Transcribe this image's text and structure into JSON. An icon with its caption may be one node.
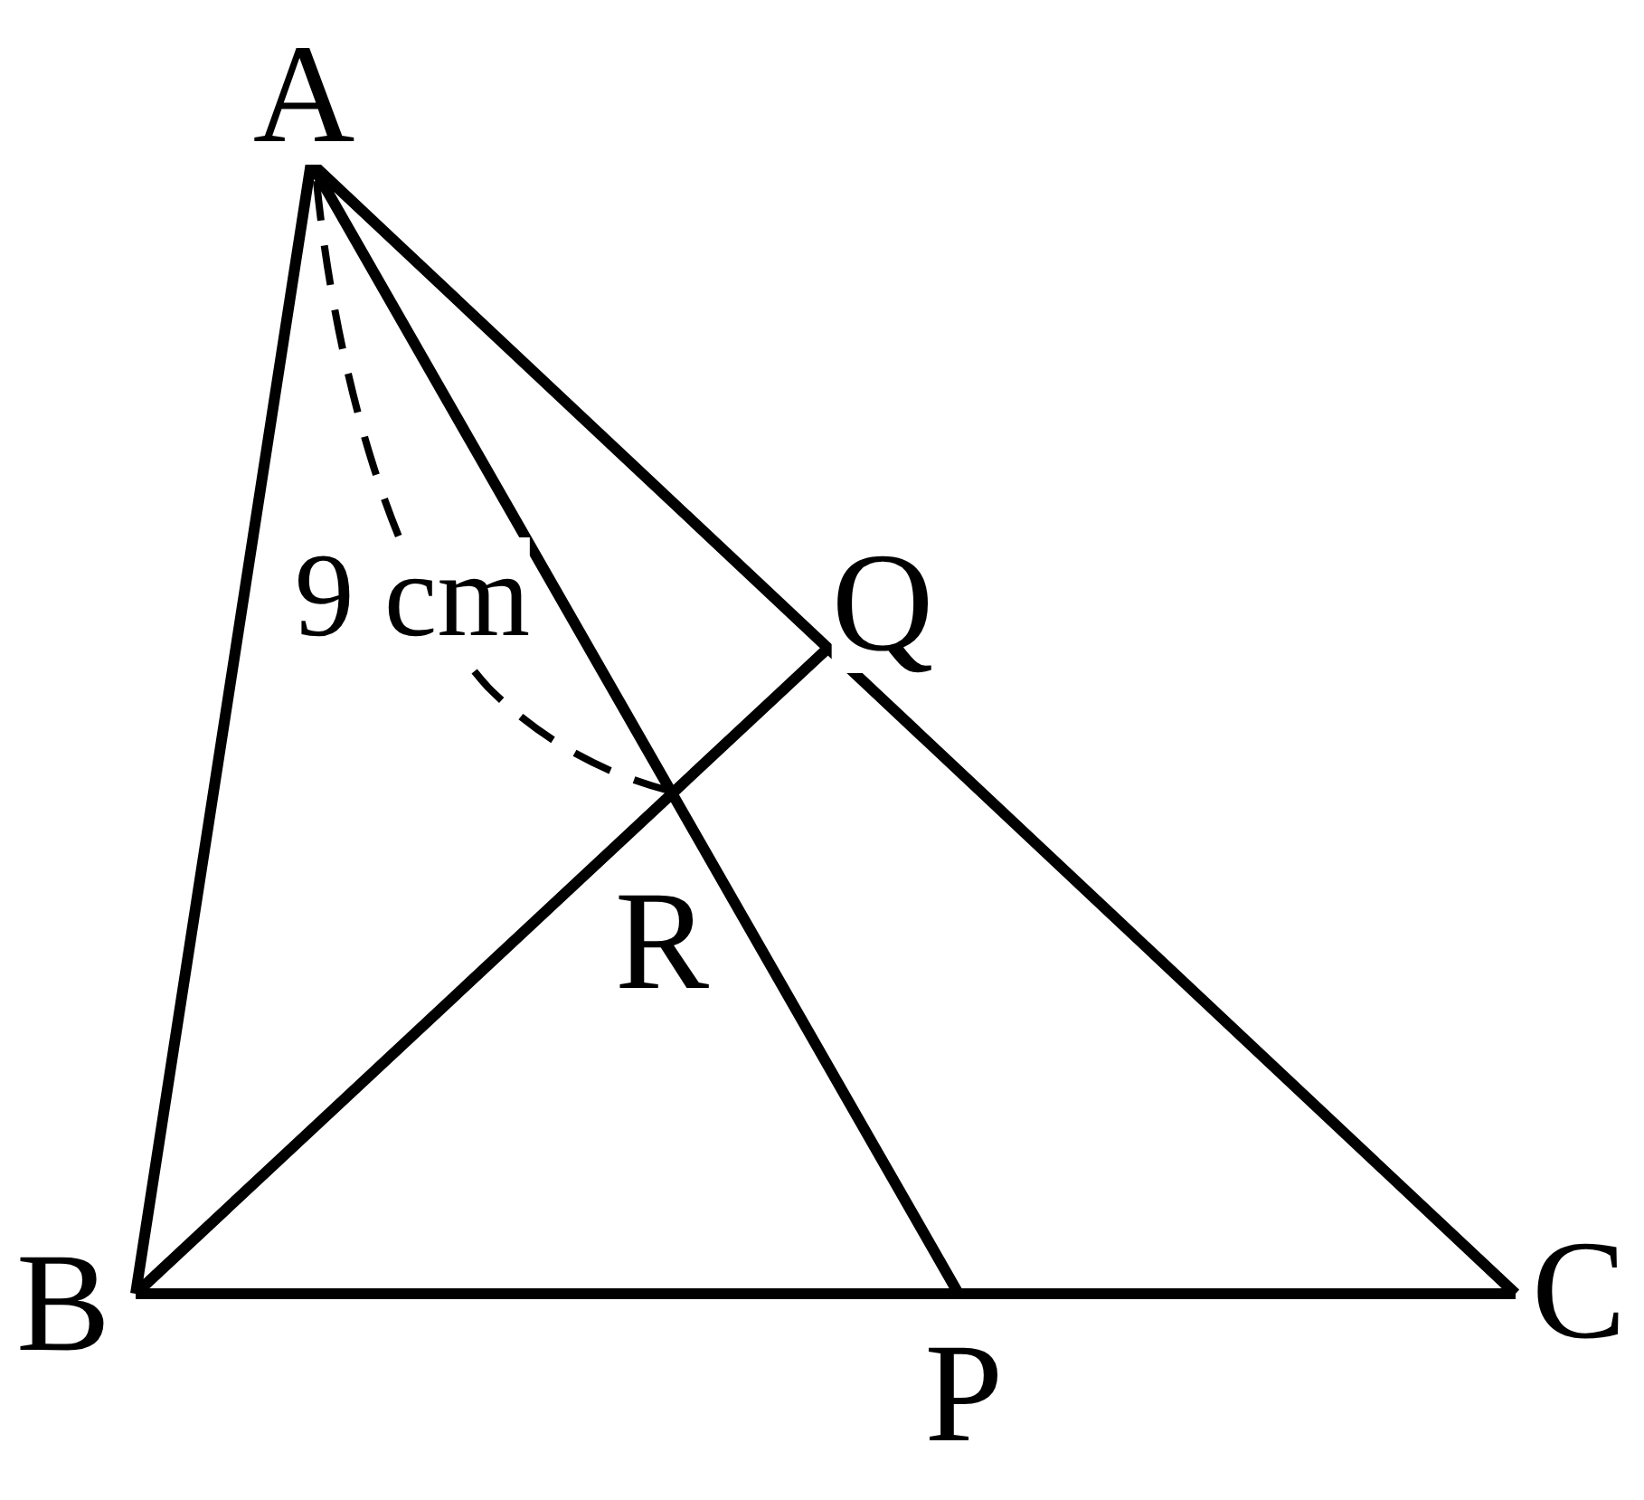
{
  "diagram": {
    "labels": [
      "A",
      "9 cm",
      "Q",
      "R",
      "B",
      "C",
      "P"
    ]
  }
}
